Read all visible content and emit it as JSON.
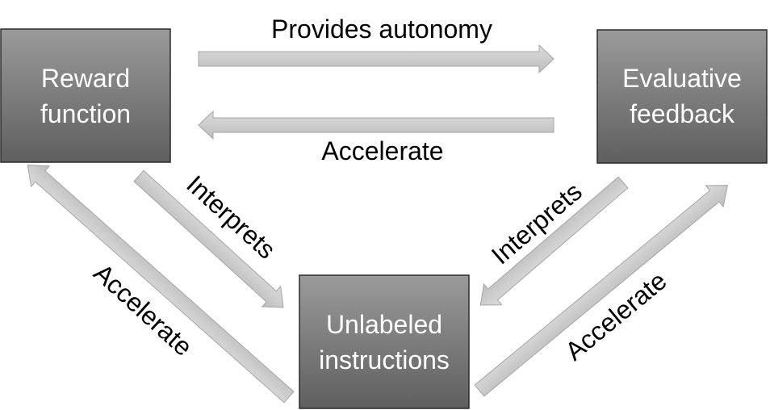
{
  "nodes": {
    "reward_function": {
      "line1": "Reward",
      "line2": "function"
    },
    "evaluative_feedback": {
      "line1": "Evaluative",
      "line2": "feedback"
    },
    "unlabeled_instructions": {
      "line1": "Unlabeled",
      "line2": "instructions"
    }
  },
  "edges": {
    "provides_autonomy": "Provides autonomy",
    "accelerate_top": "Accelerate",
    "interprets_left": "Interprets",
    "interprets_right": "Interprets",
    "accelerate_left": "Accelerate",
    "accelerate_right": "Accelerate"
  },
  "colors": {
    "node_fill_top": "#9a9a9a",
    "node_fill_bottom": "#5f5f5f",
    "node_border": "#2a2a2a",
    "arrow_fill_top": "#dcdcdc",
    "arrow_fill_bottom": "#bdbdbd",
    "arrow_border": "#a5a5a5"
  }
}
